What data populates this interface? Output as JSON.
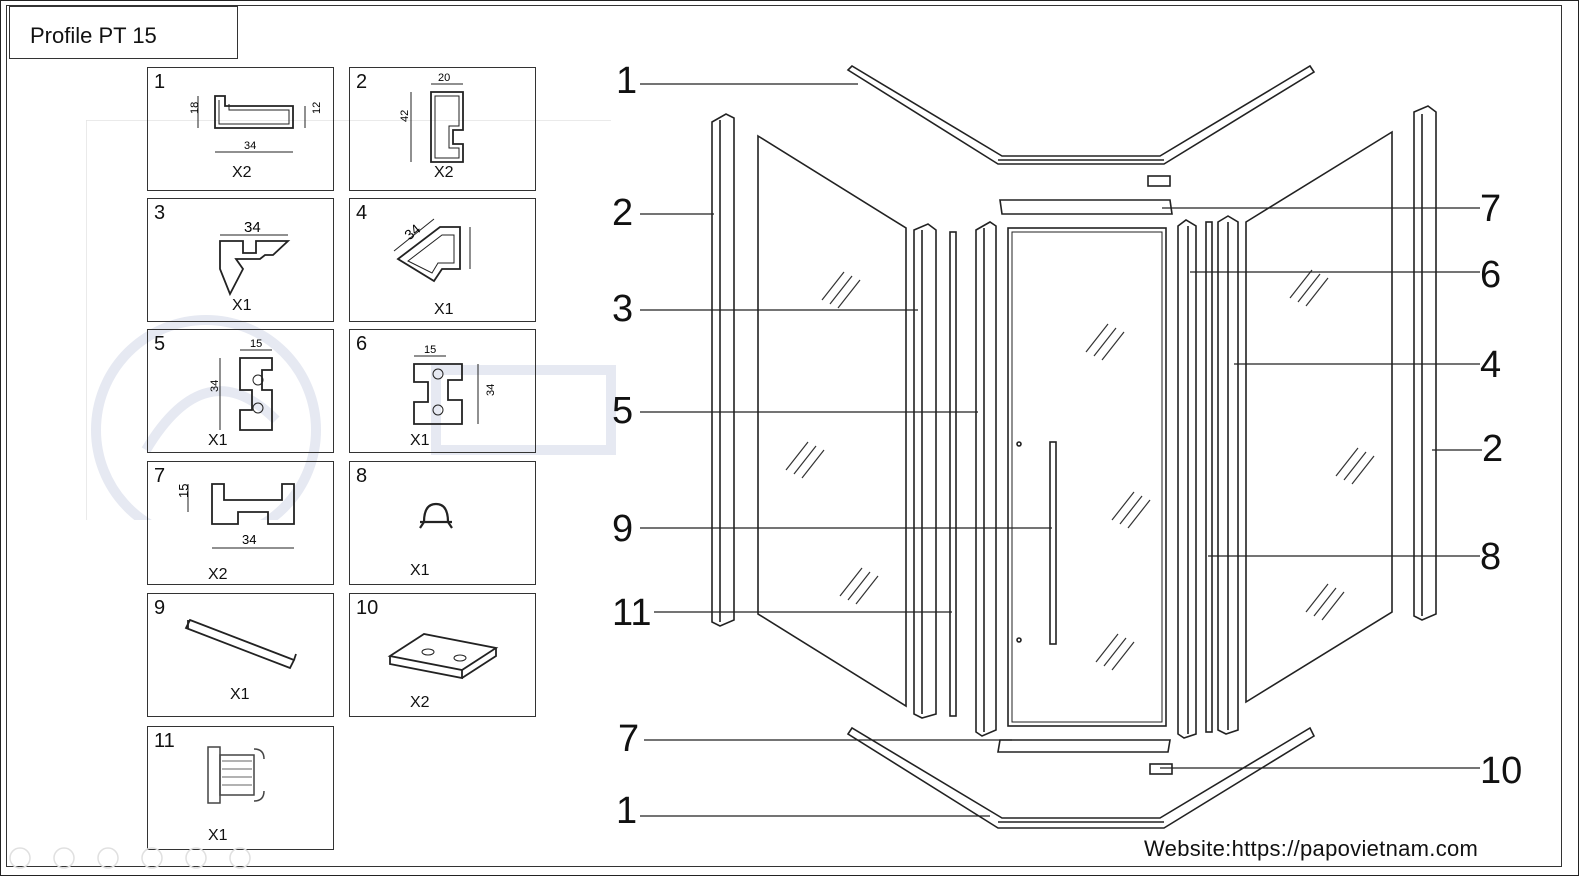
{
  "title": {
    "label": "Profile PT",
    "number": "15"
  },
  "website": "Website:https://papovietnam.com",
  "parts": [
    {
      "num": "1",
      "qty": "X2",
      "dims": [
        "18",
        "34",
        "12"
      ]
    },
    {
      "num": "2",
      "qty": "X2",
      "dims": [
        "20",
        "42"
      ]
    },
    {
      "num": "3",
      "qty": "X1",
      "dims": [
        "34"
      ]
    },
    {
      "num": "4",
      "qty": "X1",
      "dims": [
        "34"
      ]
    },
    {
      "num": "5",
      "qty": "X1",
      "dims": [
        "15",
        "34"
      ]
    },
    {
      "num": "6",
      "qty": "X1",
      "dims": [
        "15",
        "34"
      ]
    },
    {
      "num": "7",
      "qty": "X2",
      "dims": [
        "15",
        "34"
      ]
    },
    {
      "num": "8",
      "qty": "X1",
      "dims": []
    },
    {
      "num": "9",
      "qty": "X1",
      "dims": []
    },
    {
      "num": "10",
      "qty": "X2",
      "dims": []
    },
    {
      "num": "11",
      "qty": "X1",
      "dims": []
    }
  ],
  "callouts": {
    "left": [
      "1",
      "2",
      "3",
      "5",
      "9",
      "11",
      "7",
      "1"
    ],
    "right": [
      "7",
      "6",
      "4",
      "2",
      "8",
      "10"
    ]
  },
  "colors": {
    "line": "#222222",
    "watermark": "#e6e9f2"
  }
}
